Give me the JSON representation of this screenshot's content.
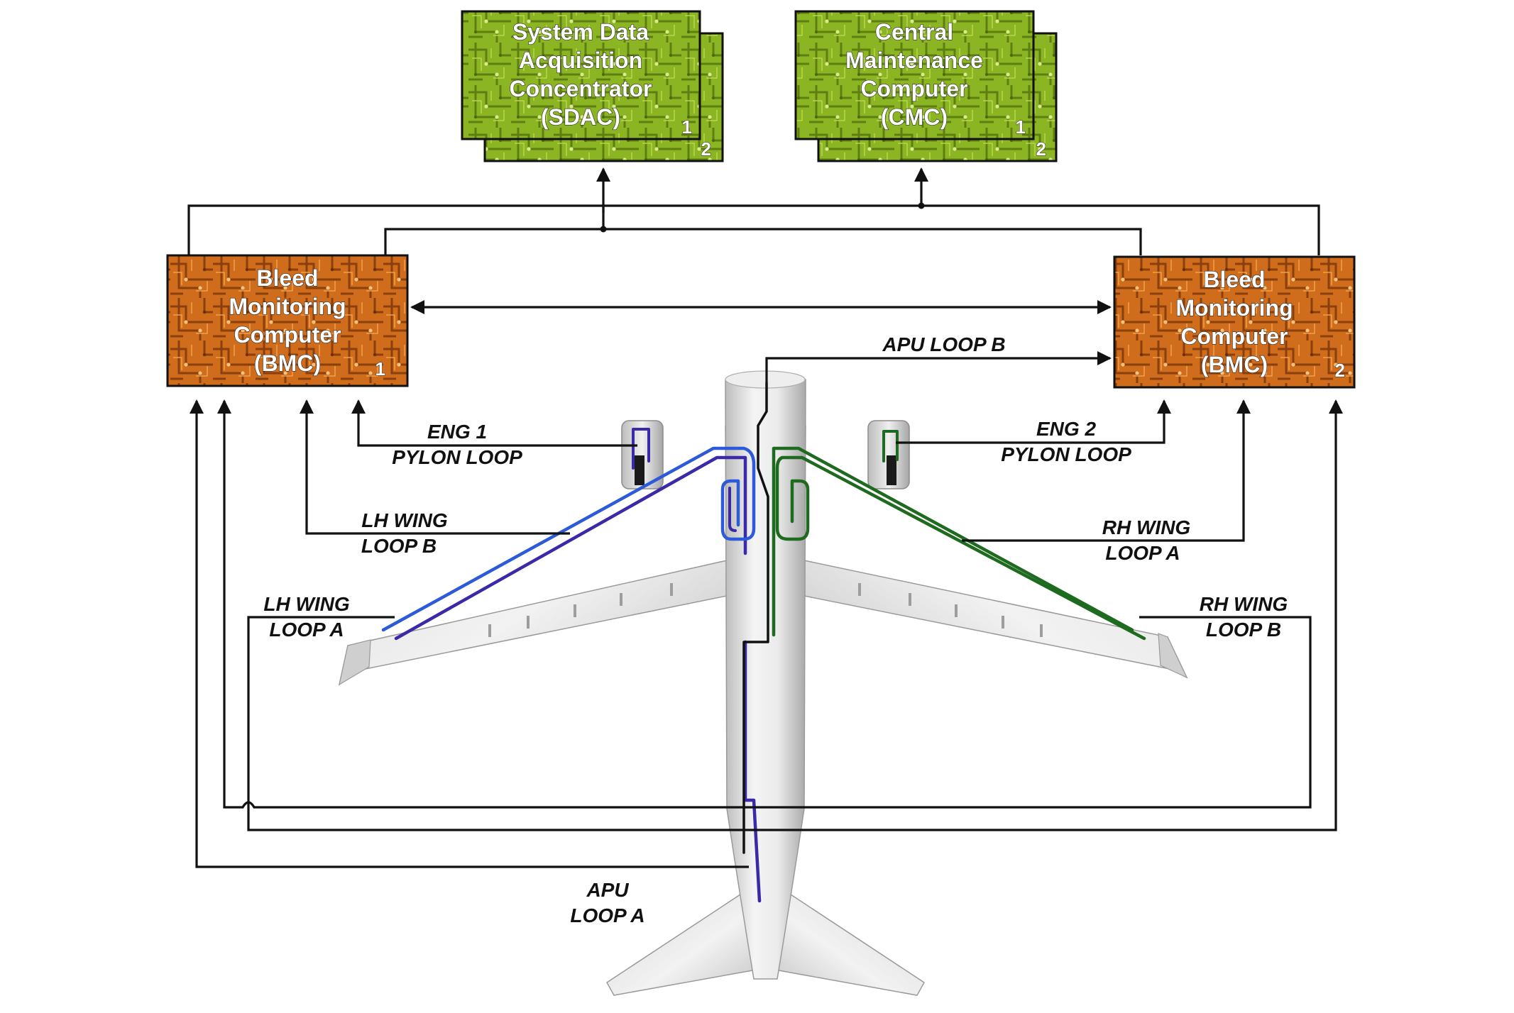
{
  "colors": {
    "sdac_cmc_fill": "#7fa81e",
    "bmc_fill": "#c8661a",
    "wire": "#111111",
    "loop_left": "#3a2aa8",
    "loop_left_light": "#2d5ad8",
    "loop_right": "#1e6a1e",
    "aircraft_body": "#e4e4e4"
  },
  "boxes": {
    "sdac": {
      "lines": [
        "System Data",
        "Acquisition",
        "Concentrator",
        "(SDAC)"
      ],
      "front_number": "1",
      "back_number": "2"
    },
    "cmc": {
      "lines": [
        "Central",
        "Maintenance",
        "Computer",
        "(CMC)"
      ],
      "front_number": "1",
      "back_number": "2"
    },
    "bmc1": {
      "lines": [
        "Bleed",
        "Monitoring",
        "Computer",
        "(BMC)"
      ],
      "number": "1"
    },
    "bmc2": {
      "lines": [
        "Bleed",
        "Monitoring",
        "Computer",
        "(BMC)"
      ],
      "number": "2"
    }
  },
  "loops": {
    "apu_loop_b": "APU LOOP B",
    "eng1_pylon": [
      "ENG 1",
      "PYLON LOOP"
    ],
    "eng2_pylon": [
      "ENG 2",
      "PYLON LOOP"
    ],
    "lh_wing_loop_b": [
      "LH WING",
      "LOOP B"
    ],
    "rh_wing_loop_a": [
      "RH WING",
      "LOOP A"
    ],
    "lh_wing_loop_a": [
      "LH WING",
      "LOOP A"
    ],
    "rh_wing_loop_b": [
      "RH WING",
      "LOOP B"
    ],
    "apu_loop_a": [
      "APU",
      "LOOP A"
    ]
  }
}
